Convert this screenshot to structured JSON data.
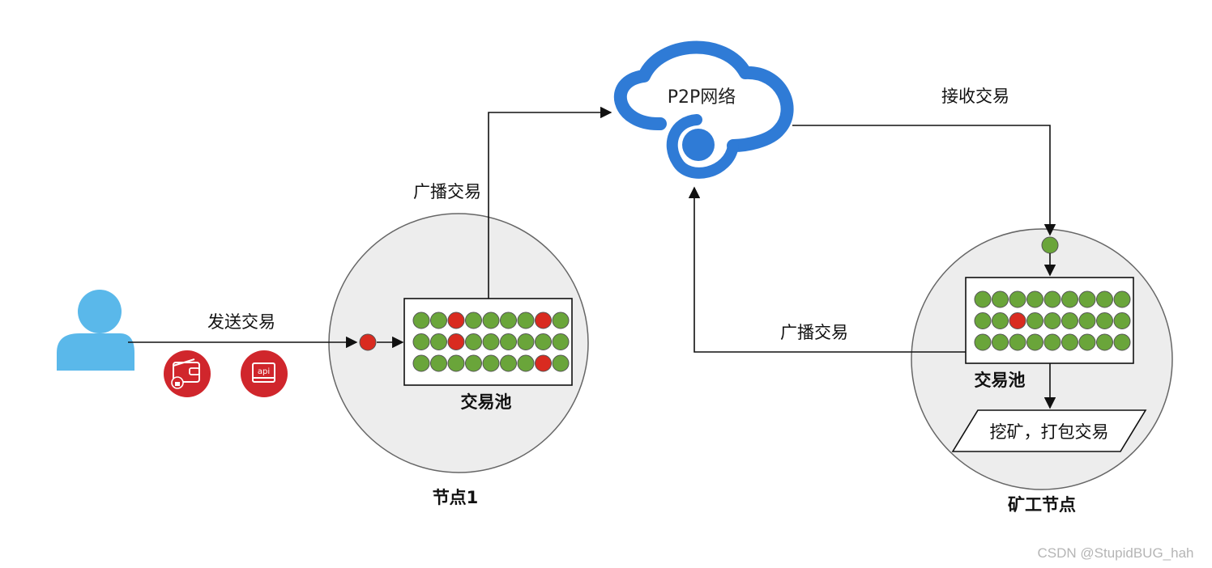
{
  "labels": {
    "send_tx": "发送交易",
    "broadcast_left": "广播交易",
    "broadcast_right": "广播交易",
    "receive_tx": "接收交易",
    "cloud": "P2P网络",
    "pool_left": "交易池",
    "pool_right": "交易池",
    "node1": "节点1",
    "miner": "矿工节点",
    "mining": "挖矿，打包交易",
    "api_icon_text": "api",
    "watermark": "CSDN @StupidBUG_hah"
  },
  "colors": {
    "green": "#6aa53a",
    "red": "#d92b20",
    "blue": "#2f7bd6",
    "user": "#5ab8ea",
    "icon_red": "#d0262c",
    "node_fill": "#ededed"
  },
  "icons": [
    "user-icon",
    "wallet-icon",
    "api-icon",
    "cloud-icon"
  ],
  "pools": {
    "left": {
      "rows": [
        [
          "g",
          "g",
          "r",
          "g",
          "g",
          "g",
          "g",
          "r",
          "g"
        ],
        [
          "g",
          "g",
          "r",
          "g",
          "g",
          "g",
          "g",
          "g",
          "g"
        ],
        [
          "g",
          "g",
          "g",
          "g",
          "g",
          "g",
          "g",
          "r",
          "g"
        ]
      ]
    },
    "right": {
      "rows": [
        [
          "g",
          "g",
          "g",
          "g",
          "g",
          "g",
          "g",
          "g",
          "g"
        ],
        [
          "g",
          "g",
          "r",
          "g",
          "g",
          "g",
          "g",
          "g",
          "g"
        ],
        [
          "g",
          "g",
          "g",
          "g",
          "g",
          "g",
          "g",
          "g",
          "g"
        ]
      ]
    }
  }
}
